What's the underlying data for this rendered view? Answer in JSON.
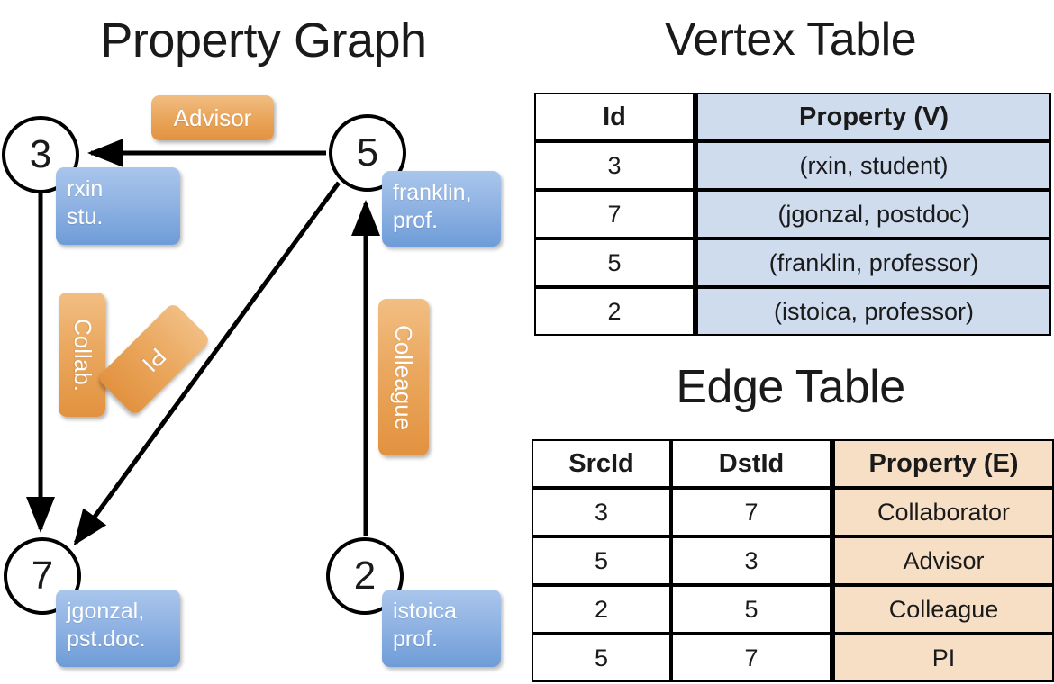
{
  "titles": {
    "property_graph": "Property Graph",
    "vertex_table": "Vertex Table",
    "edge_table": "Edge Table"
  },
  "graph": {
    "vertices": [
      {
        "id": "3",
        "property": "rxin\nstu."
      },
      {
        "id": "5",
        "property": "franklin,\nprof."
      },
      {
        "id": "7",
        "property": "jgonzal,\npst.doc."
      },
      {
        "id": "2",
        "property": "istoica\nprof."
      }
    ],
    "vertex_ids": {
      "three": "3",
      "five": "5",
      "seven": "7",
      "two": "2"
    },
    "vertex_props": {
      "rxin_line1": "rxin",
      "rxin_line2": "stu.",
      "franklin_line1": "franklin,",
      "franklin_line2": "prof.",
      "jgonzal_line1": "jgonzal,",
      "jgonzal_line2": "pst.doc.",
      "istoica_line1": "istoica",
      "istoica_line2": "prof."
    },
    "edge_labels": {
      "advisor": "Advisor",
      "collab": "Collab.",
      "pi": "PI",
      "colleague": "Colleague"
    }
  },
  "vertex_table": {
    "headers": [
      "Id",
      "Property (V)"
    ],
    "rows": [
      {
        "id": "3",
        "property": "(rxin, student)"
      },
      {
        "id": "7",
        "property": "(jgonzal, postdoc)"
      },
      {
        "id": "5",
        "property": "(franklin, professor)"
      },
      {
        "id": "2",
        "property": "(istoica, professor)"
      }
    ]
  },
  "edge_table": {
    "headers": [
      "SrcId",
      "DstId",
      "Property (E)"
    ],
    "rows": [
      {
        "src": "3",
        "dst": "7",
        "property": "Collaborator"
      },
      {
        "src": "5",
        "dst": "3",
        "property": "Advisor"
      },
      {
        "src": "2",
        "dst": "5",
        "property": "Colleague"
      },
      {
        "src": "5",
        "dst": "7",
        "property": "PI"
      }
    ]
  },
  "colors": {
    "vertex_property_fill": "#cfdcee",
    "edge_property_fill": "#f7dfc6",
    "vertex_box_blue": "#93b5e4",
    "edge_label_orange": "#eaa85f",
    "stroke": "#000000",
    "background": "#ffffff"
  }
}
